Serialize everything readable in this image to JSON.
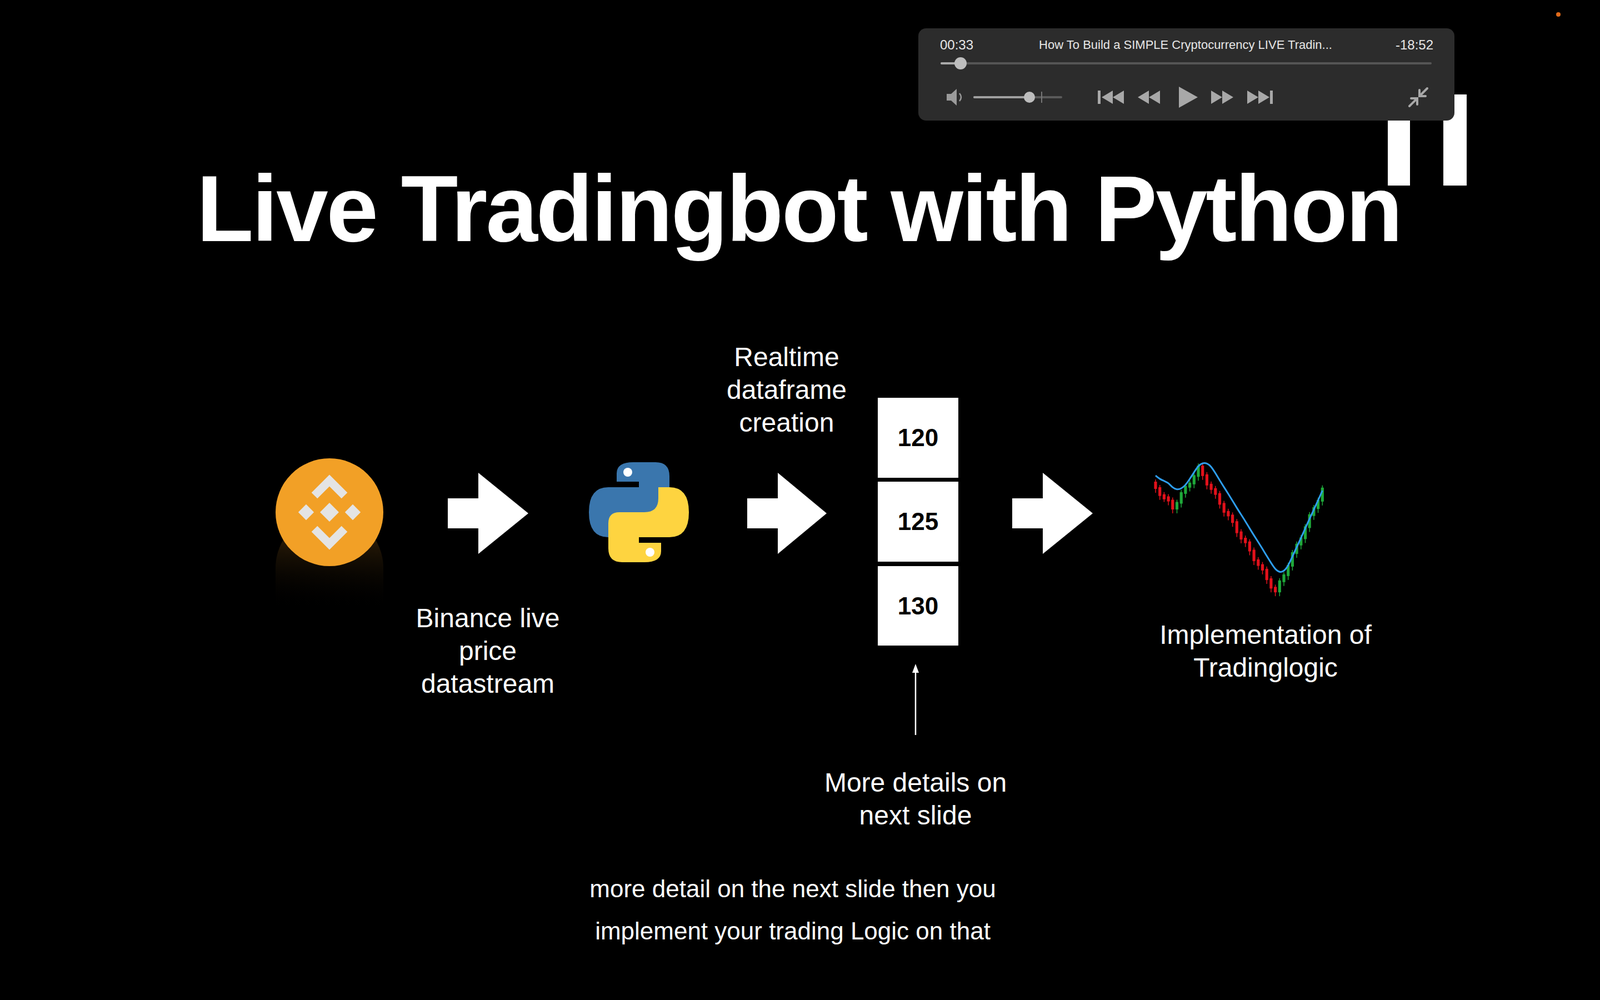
{
  "diagram": {
    "title": "Live Tradingbot with Python",
    "caption": "more detail on the next slide then you implement your trading Logic on that",
    "nodes": [
      {
        "text": [
          "120"
        ]
      },
      {
        "text": [
          "125"
        ]
      },
      {
        "text": [
          "130"
        ]
      }
    ],
    "labels": [
      "00:33",
      "How To Build a SIMPLE Cryptocurrency LIVE Tradin...",
      "-18:52",
      "Realtime dataframe creation",
      "Binance live price datastream",
      "Implementation of Tradinglogic",
      "More details on next slide"
    ]
  }
}
